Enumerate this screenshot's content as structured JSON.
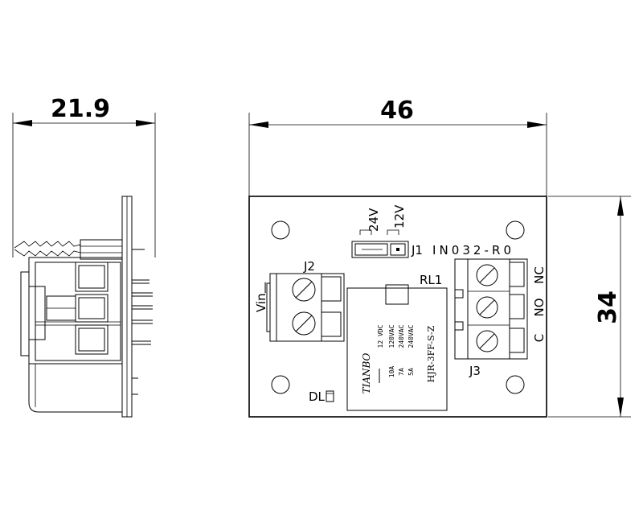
{
  "dimensions": {
    "side_width": "21.9",
    "front_width": "46",
    "front_height": "34"
  },
  "board": {
    "jumper_24v": "24V",
    "jumper_12v": "12V",
    "jumper_ref": "J1",
    "part_number": "IN032-R0",
    "input_connector_ref": "J2",
    "input_label": "Vin",
    "input_minus": "—",
    "relay_ref": "RL1",
    "output_connector_ref": "J3",
    "output_c": "C",
    "output_no": "NO",
    "output_nc": "NC",
    "led_ref": "DL"
  },
  "relay": {
    "brand": "TIANBO",
    "coil": "12 VDC",
    "rating_col1": [
      "120VAC",
      "10A",
      "7A",
      "5A"
    ],
    "rating_col2": [
      "240VAC",
      "",
      "",
      "240VAC"
    ],
    "model": "HJR-3FF-S-Z"
  }
}
